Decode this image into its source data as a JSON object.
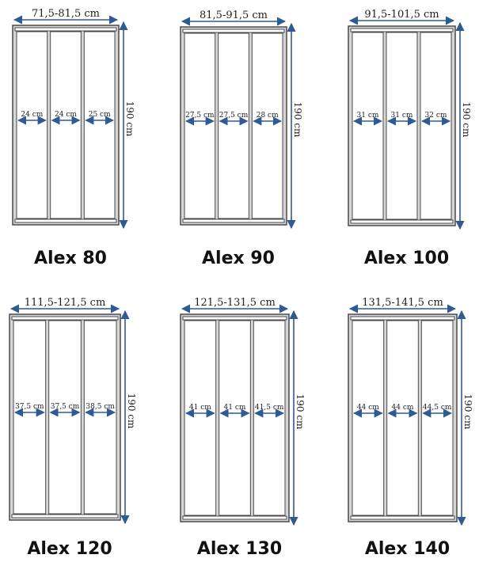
{
  "colors": {
    "arrow": "#2f5a93",
    "frame": "#4a4a4a",
    "frame_fill": "#d6d6d6",
    "glass": "#ffffff"
  },
  "height_label": "190 cm",
  "models": [
    {
      "name": "Alex 80",
      "width_range": "71,5-81,5 cm",
      "panels": [
        "24 cm",
        "24 cm",
        "25 cm"
      ]
    },
    {
      "name": "Alex 90",
      "width_range": "81,5-91,5 cm",
      "panels": [
        "27,5 cm",
        "27,5 cm",
        "28 cm"
      ]
    },
    {
      "name": "Alex 100",
      "width_range": "91,5-101,5 cm",
      "panels": [
        "31 cm",
        "31 cm",
        "32 cm"
      ]
    },
    {
      "name": "Alex 120",
      "width_range": "111,5-121,5 cm",
      "panels": [
        "37,5 cm",
        "37,5 cm",
        "38,5 cm"
      ]
    },
    {
      "name": "Alex 130",
      "width_range": "121,5-131,5 cm",
      "panels": [
        "41 cm",
        "41 cm",
        "41,5 cm"
      ]
    },
    {
      "name": "Alex 140",
      "width_range": "131,5-141,5 cm",
      "panels": [
        "44 cm",
        "44 cm",
        "44,5 cm"
      ]
    }
  ]
}
